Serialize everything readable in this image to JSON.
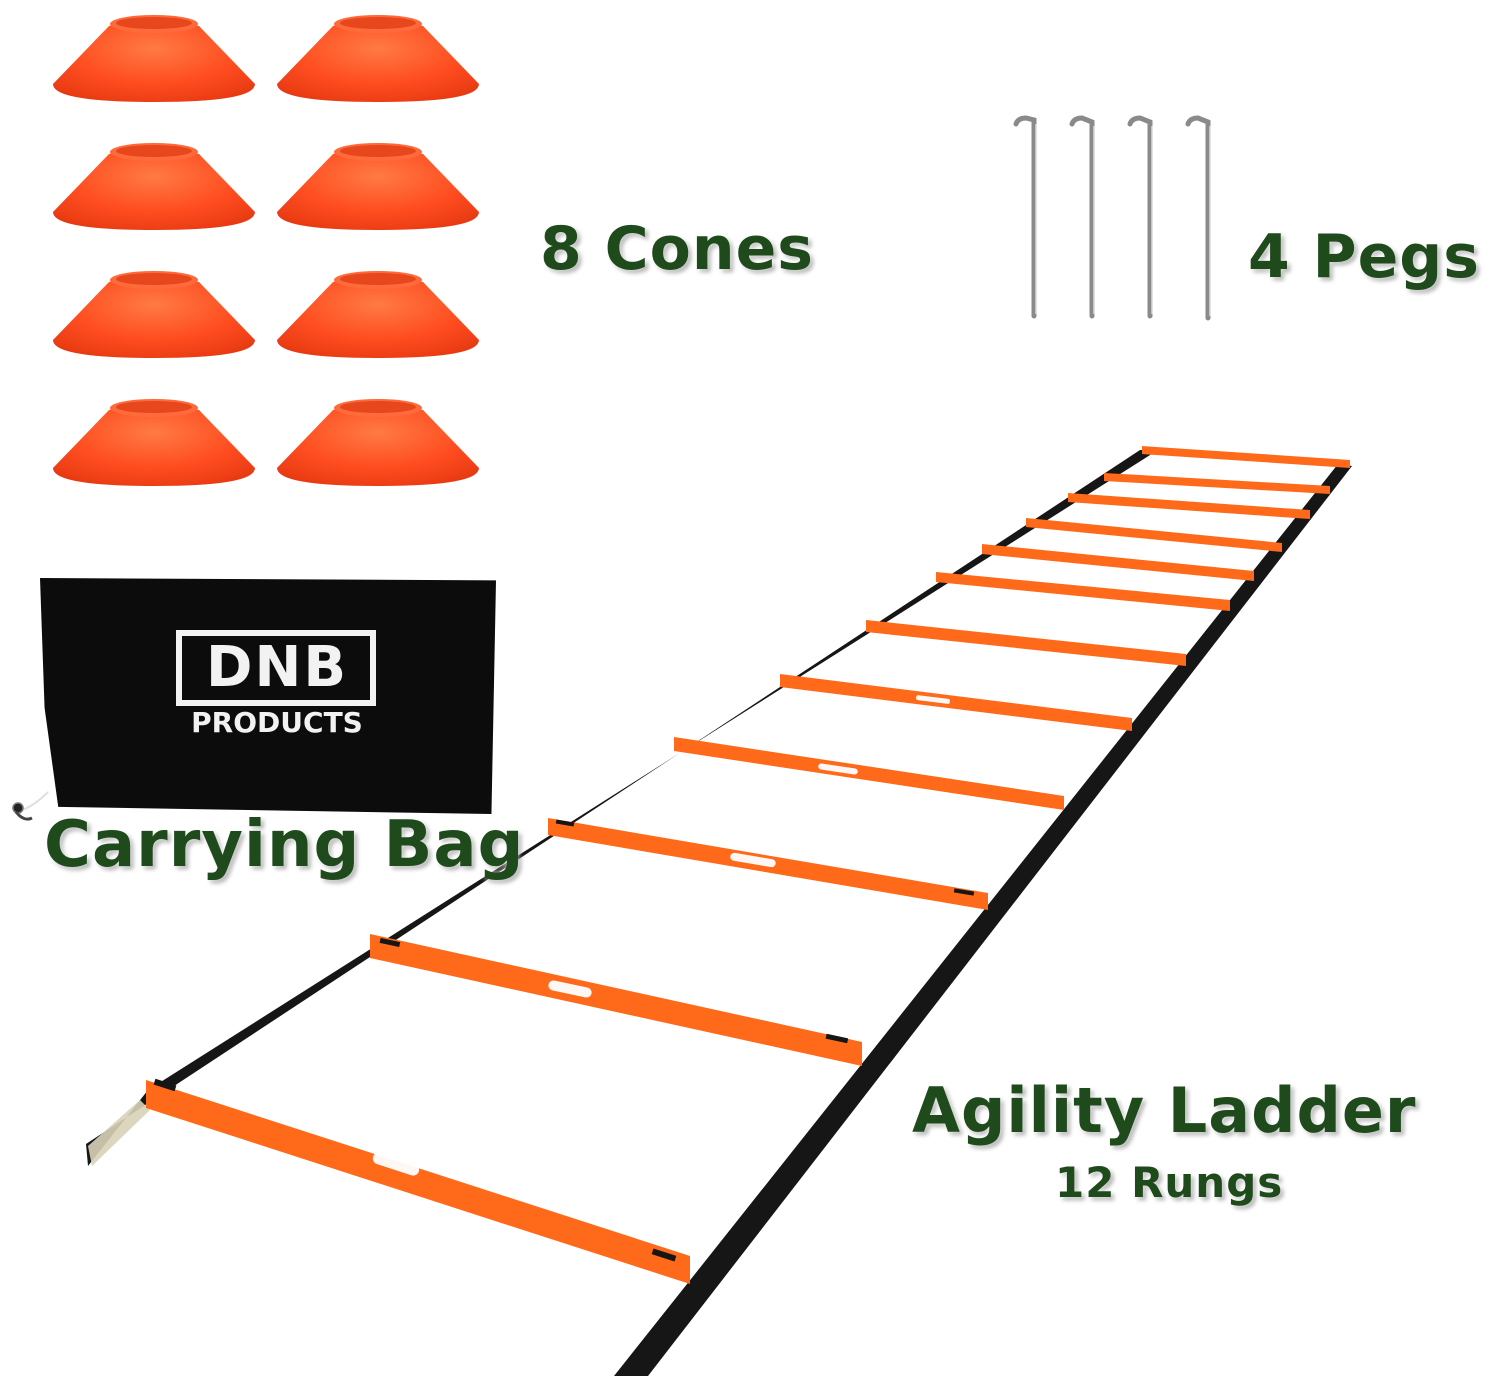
{
  "labels": {
    "cones": "8 Cones",
    "pegs": "4 Pegs",
    "bag": "Carrying Bag",
    "ladder": "Agility Ladder",
    "rungs": "12 Rungs"
  },
  "bag_logo": {
    "main": "DNB",
    "sub": "PRODUCTS"
  },
  "colors": {
    "cone": "#ff4a1f",
    "rung": "#ff6a1a",
    "strap": "#161616",
    "label_text": "#1f4a1c"
  },
  "counts": {
    "cones": 8,
    "pegs": 4,
    "rungs": 12
  }
}
